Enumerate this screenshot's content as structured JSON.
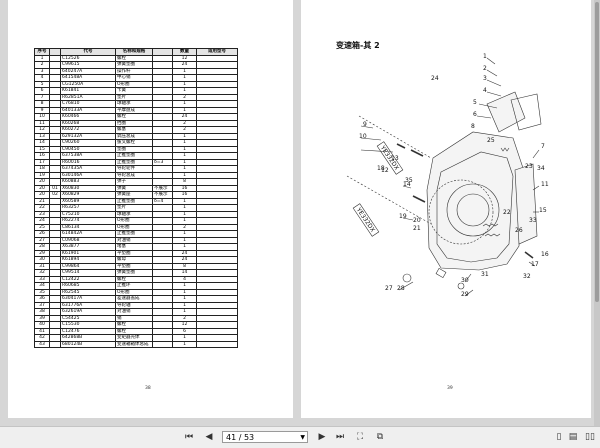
{
  "parts_table": {
    "headers": [
      "序号",
      "",
      "代号",
      "名称和规格",
      "",
      "数量",
      "适用型号"
    ],
    "rows": [
      [
        "1",
        "",
        "C12526",
        "螺栓",
        "",
        "12",
        ""
      ],
      [
        "2",
        "",
        "C99615",
        "弹簧垫圈",
        "",
        "24",
        ""
      ],
      [
        "3",
        "",
        "640247A",
        "操作杆",
        "",
        "1",
        ""
      ],
      [
        "4",
        "",
        "641548A",
        "中心销",
        "",
        "1",
        ""
      ],
      [
        "5",
        "",
        "CG1250A",
        "O形圈",
        "",
        "1",
        ""
      ],
      [
        "6",
        "",
        "K61841",
        "卡簧",
        "",
        "1",
        ""
      ],
      [
        "7",
        "",
        "R62851A",
        "垫片",
        "",
        "2",
        ""
      ],
      [
        "8",
        "",
        "C76810",
        "球轴承",
        "",
        "1",
        ""
      ],
      [
        "9",
        "",
        "640133A",
        "平摩盘成",
        "",
        "1",
        ""
      ],
      [
        "10",
        "",
        "K60466",
        "螺栓",
        "",
        "24",
        ""
      ],
      [
        "11",
        "",
        "K60268",
        "挡圈",
        "",
        "2",
        ""
      ],
      [
        "12",
        "",
        "K60272",
        "螺塞",
        "",
        "2",
        ""
      ],
      [
        "13",
        "",
        "629132A",
        "调压总成",
        "",
        "1",
        ""
      ],
      [
        "14",
        "",
        "C90260",
        "拔叉螺栓",
        "",
        "1",
        ""
      ],
      [
        "15",
        "",
        "C90450",
        "垫圈",
        "",
        "1",
        ""
      ],
      [
        "16",
        "",
        "637538A",
        "止推垫圈",
        "",
        "1",
        ""
      ],
      [
        "17",
        "",
        "R60016",
        "止推垫圈",
        "δ=3",
        "1",
        ""
      ],
      [
        "18",
        "",
        "637435A",
        "导轮轮件",
        "",
        "1",
        ""
      ],
      [
        "19",
        "",
        "630146A",
        "导轮总成",
        "",
        "1",
        ""
      ],
      [
        "20",
        "",
        "K60883",
        "弹子",
        "",
        "8",
        ""
      ],
      [
        "20",
        "01",
        "X60830",
        "弹簧",
        "不展示",
        "16",
        ""
      ],
      [
        "20",
        "02",
        "X60829",
        "弹簧座",
        "不展示",
        "16",
        ""
      ],
      [
        "21",
        "",
        "X60589",
        "止推垫圈",
        "δ=4",
        "1",
        ""
      ],
      [
        "22",
        "",
        "R63257",
        "垫片",
        "",
        "1",
        ""
      ],
      [
        "23",
        "",
        "C75210",
        "球轴承",
        "",
        "1",
        ""
      ],
      [
        "24",
        "",
        "R62274",
        "O形圈",
        "",
        "1",
        ""
      ],
      [
        "25",
        "",
        "C86134",
        "O形圈",
        "",
        "2",
        ""
      ],
      [
        "26",
        "",
        "614842A",
        "止推垫圈",
        "",
        "1",
        ""
      ],
      [
        "27",
        "",
        "C09068",
        "对油销",
        "",
        "1",
        ""
      ],
      [
        "28",
        "",
        "X63877",
        "堵塞",
        "",
        "1",
        ""
      ],
      [
        "29",
        "",
        "K61901",
        "平垫圈",
        "",
        "24",
        ""
      ],
      [
        "30",
        "",
        "K61894",
        "螺母",
        "",
        "24",
        ""
      ],
      [
        "31",
        "",
        "C99864",
        "平垫圈",
        "",
        "8",
        ""
      ],
      [
        "32",
        "",
        "C99514",
        "弹簧垫圈",
        "",
        "14",
        ""
      ],
      [
        "33",
        "",
        "C12422",
        "螺栓",
        "",
        "4",
        ""
      ],
      [
        "34",
        "",
        "R60685",
        "止推环",
        "",
        "1",
        ""
      ],
      [
        "35",
        "",
        "R62545",
        "O形圈",
        "",
        "1",
        ""
      ],
      [
        "36",
        "",
        "630417A",
        "差速器盖成",
        "",
        "1",
        ""
      ],
      [
        "37",
        "",
        "631776A",
        "导轮轴",
        "",
        "1",
        ""
      ],
      [
        "38",
        "",
        "632619A",
        "对油销",
        "",
        "1",
        ""
      ],
      [
        "39",
        "",
        "C54425",
        "销",
        "",
        "2",
        ""
      ],
      [
        "40",
        "",
        "C15530",
        "螺栓",
        "",
        "12",
        ""
      ],
      [
        "41",
        "",
        "C12476",
        "螺栓",
        "",
        "6",
        ""
      ],
      [
        "42",
        "",
        "642868B",
        "变矩器壳体",
        "",
        "1",
        ""
      ],
      [
        "43",
        "",
        "680124B",
        "变速箱箱体总成",
        "",
        "1",
        ""
      ]
    ]
  },
  "left_page_number": "38",
  "right_page_number": "39",
  "diagram": {
    "title": "变速箱-其 2",
    "model_labels": [
      "YE332DX",
      "YE332DX"
    ],
    "callouts": [
      "1",
      "2",
      "3",
      "4",
      "5",
      "6",
      "7",
      "8",
      "9",
      "10",
      "11",
      "12",
      "13",
      "14",
      "15",
      "16",
      "17",
      "18",
      "19",
      "20",
      "21",
      "22",
      "23",
      "24",
      "25",
      "26",
      "27",
      "28",
      "29",
      "30",
      "31",
      "32",
      "33",
      "34",
      "35"
    ]
  },
  "toolbar": {
    "first_page_icon": "first-page-icon",
    "prev_page_icon": "prev-page-icon",
    "current_page": "41 / 53",
    "next_page_icon": "next-page-icon",
    "last_page_icon": "last-page-icon",
    "right_icons": [
      "fit-page-icon",
      "fit-width-icon",
      "copy-icon",
      "single-page-icon",
      "continuous-page-icon",
      "two-page-icon"
    ]
  }
}
